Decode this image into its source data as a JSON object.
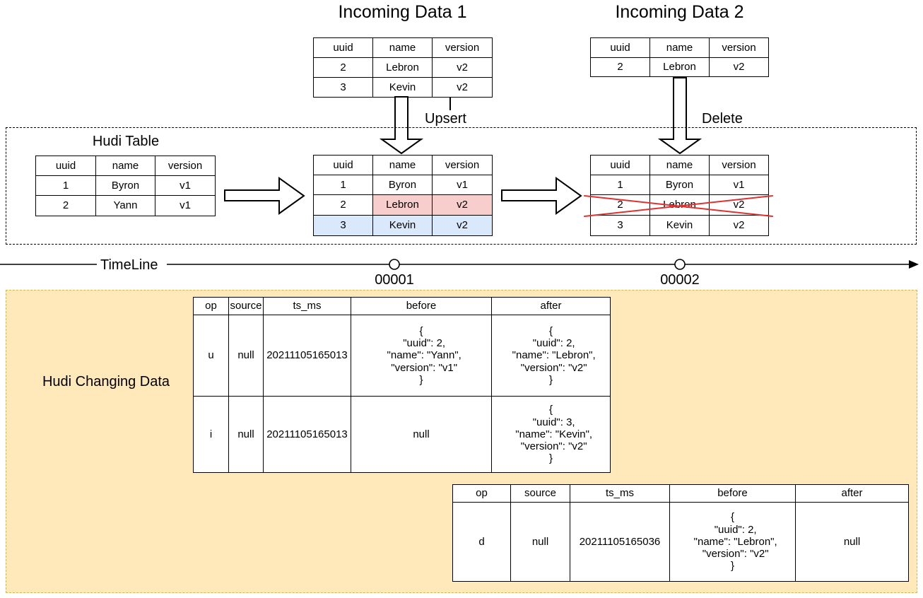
{
  "titles": {
    "incoming1": "Incoming Data 1",
    "incoming2": "Incoming Data 2",
    "hudi_table": "Hudi Table",
    "changing": "Hudi Changing Data"
  },
  "labels": {
    "upsert": "Upsert",
    "delete": "Delete"
  },
  "timeline": {
    "label": "TimeLine",
    "instants": [
      "00001",
      "00002"
    ]
  },
  "schema_headers": [
    "uuid",
    "name",
    "version"
  ],
  "incoming1": {
    "rows": [
      [
        "2",
        "Lebron",
        "v2"
      ],
      [
        "3",
        "Kevin",
        "v2"
      ]
    ]
  },
  "incoming2": {
    "rows": [
      [
        "2",
        "Lebron",
        "v2"
      ]
    ]
  },
  "hudi_before": {
    "rows": [
      [
        "1",
        "Byron",
        "v1"
      ],
      [
        "2",
        "Yann",
        "v1"
      ]
    ]
  },
  "hudi_after_upsert": {
    "rows": [
      [
        "1",
        "Byron",
        "v1"
      ],
      [
        "2",
        "Lebron",
        "v2"
      ],
      [
        "3",
        "Kevin",
        "v2"
      ]
    ]
  },
  "hudi_after_delete": {
    "rows": [
      [
        "1",
        "Byron",
        "v1"
      ],
      [
        "2",
        "Lebron",
        "v2"
      ],
      [
        "3",
        "Kevin",
        "v2"
      ]
    ]
  },
  "cdc_headers": [
    "op",
    "source",
    "ts_ms",
    "before",
    "after"
  ],
  "cdc1": {
    "rows": [
      [
        "u",
        "null",
        "20211105165013",
        "{\n  \"uuid\": 2,\n  \"name\": \"Yann\",\n  \"version\": \"v1\"\n}",
        "{\n  \"uuid\": 2,\n  \"name\": \"Lebron\",\n  \"version\": \"v2\"\n}"
      ],
      [
        "i",
        "null",
        "20211105165013",
        "null",
        "{\n  \"uuid\": 3,\n  \"name\": \"Kevin\",\n  \"version\": \"v2\"\n}"
      ]
    ]
  },
  "cdc2": {
    "rows": [
      [
        "d",
        "null",
        "20211105165036",
        "{\n  \"uuid\": 2,\n  \"name\": \"Lebron\",\n  \"version\": \"v2\"\n}",
        "null"
      ]
    ]
  },
  "colors": {
    "update_row_fill": "#f8cecc",
    "update_row_border": "#b85450",
    "insert_row_fill": "#dae8fc",
    "insert_row_border": "#6c8ebf",
    "delete_cross_stroke": "#e03131",
    "changing_box_fill": "#ffe9ba",
    "changing_box_border": "#d6b656"
  }
}
